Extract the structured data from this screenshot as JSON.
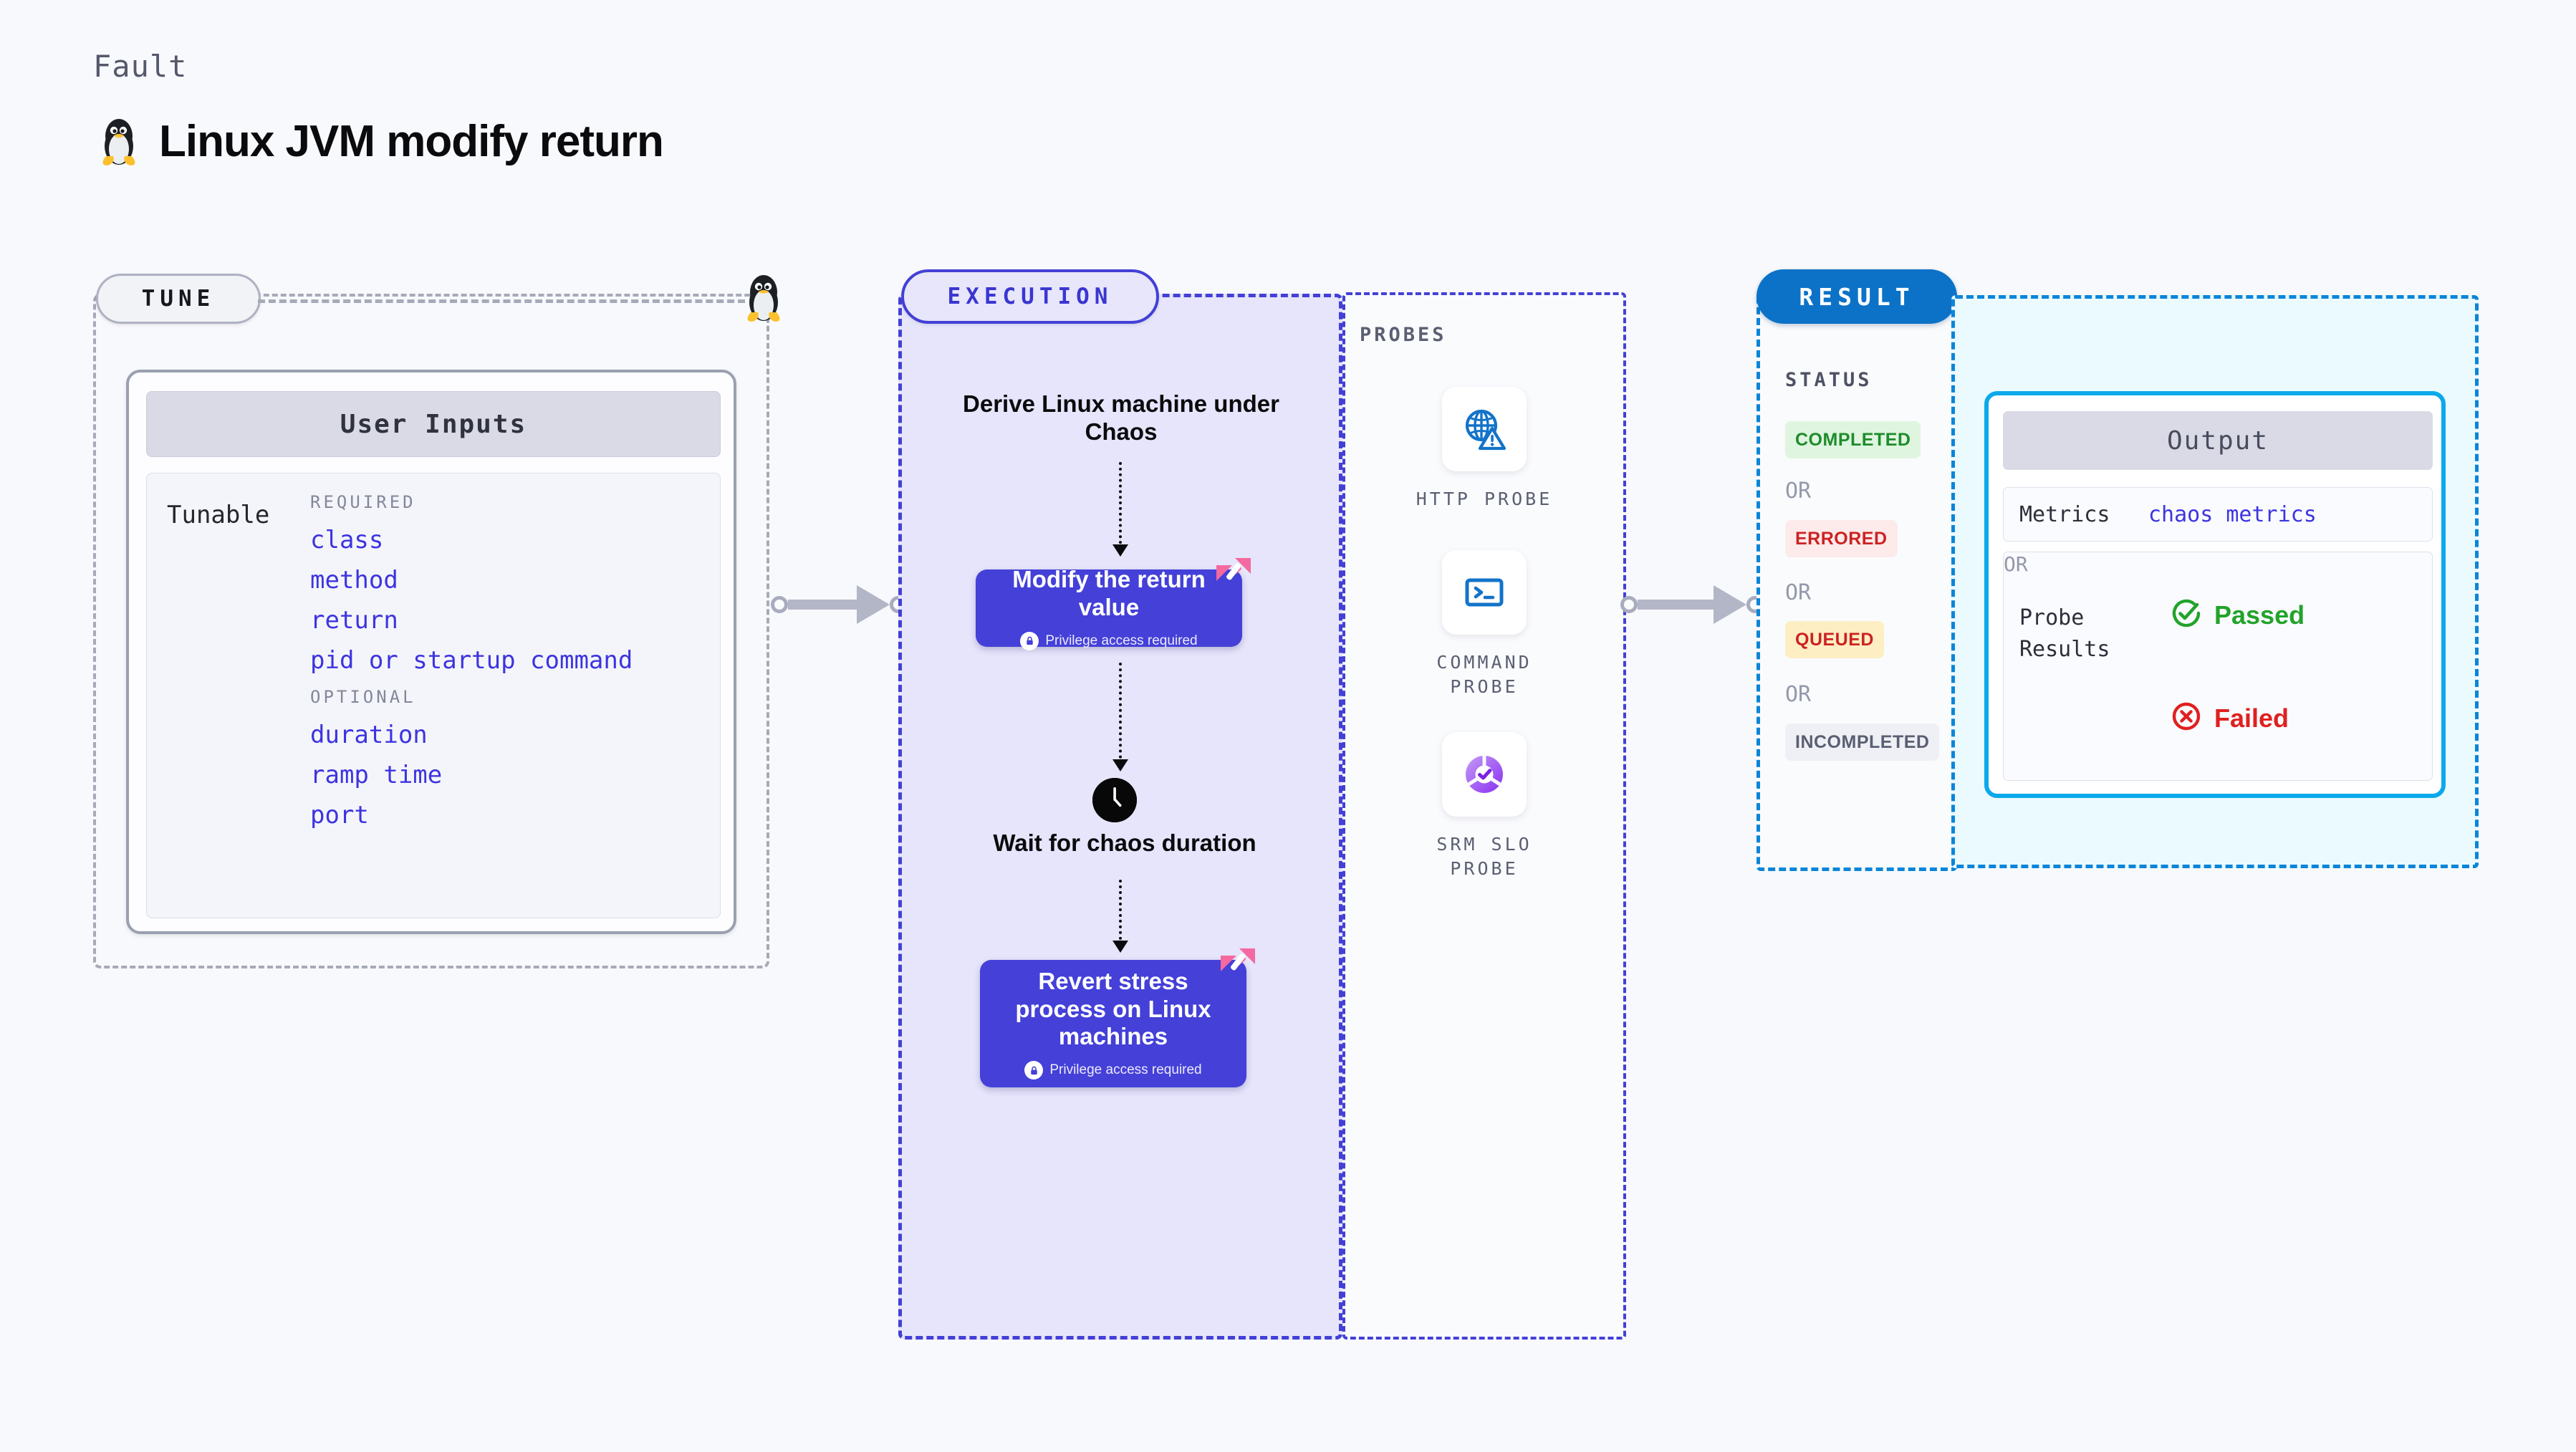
{
  "header": {
    "kicker": "Fault",
    "title": "Linux JVM modify return",
    "icon": "linux-tux-icon"
  },
  "tune": {
    "badge": "TUNE",
    "card_title": "User Inputs",
    "tunable_label": "Tunable",
    "groups": [
      {
        "caption": "REQUIRED",
        "fields": [
          "class",
          "method",
          "return",
          "pid or startup command"
        ]
      },
      {
        "caption": "OPTIONAL",
        "fields": [
          "duration",
          "ramp time",
          "port"
        ]
      }
    ]
  },
  "execution": {
    "badge": "EXECUTION",
    "step_derive": "Derive Linux machine under Chaos",
    "box_modify": {
      "title": "Modify the return value",
      "privilege": "Privilege access required"
    },
    "wait_step": "Wait for chaos duration",
    "box_revert": {
      "title": "Revert stress process on Linux machines",
      "privilege": "Privilege access required"
    }
  },
  "probes": {
    "label": "PROBES",
    "items": [
      {
        "icon": "globe-warning-icon",
        "caption": "HTTP PROBE"
      },
      {
        "icon": "terminal-icon",
        "caption": "COMMAND PROBE"
      },
      {
        "icon": "slo-donut-check-icon",
        "caption": "SRM SLO PROBE"
      }
    ]
  },
  "result": {
    "badge": "RESULT",
    "status_label": "STATUS",
    "or_label": "OR",
    "statuses": [
      {
        "label": "COMPLETED",
        "bg": "#dff5e0",
        "fg": "#1e8c2a"
      },
      {
        "label": "ERRORED",
        "bg": "#fdeaea",
        "fg": "#cc2222"
      },
      {
        "label": "QUEUED",
        "bg": "#fdeec3",
        "fg": "#cc2222"
      },
      {
        "label": "INCOMPLETED",
        "bg": "#eff0f6",
        "fg": "#5a5f72"
      }
    ]
  },
  "output": {
    "title": "Output",
    "metrics_key": "Metrics",
    "metrics_value": "chaos metrics",
    "probe_results_key": "Probe Results",
    "passed_label": "Passed",
    "failed_label": "Failed",
    "or_label": "OR"
  },
  "colors": {
    "canvas_bg": "#f8f9fc",
    "indigo": "#4440d8",
    "execution_fill": "#e6e5fb",
    "result_blue": "#0c72c8",
    "output_border": "#0ca9ea",
    "output_fill": "#ebfaff",
    "harness_pink": "#f4699f",
    "link_purple": "#3d34e0"
  }
}
